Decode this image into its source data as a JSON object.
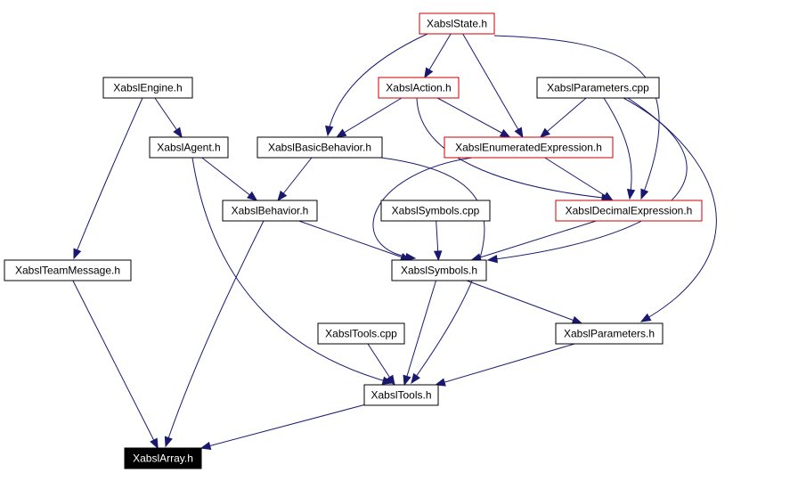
{
  "nodes": {
    "state": {
      "label": "XabslState.h",
      "style": "red"
    },
    "engine": {
      "label": "XabslEngine.h",
      "style": "plain"
    },
    "action": {
      "label": "XabslAction.h",
      "style": "red"
    },
    "params_cpp": {
      "label": "XabslParameters.cpp",
      "style": "plain"
    },
    "agent": {
      "label": "XabslAgent.h",
      "style": "plain"
    },
    "basic": {
      "label": "XabslBasicBehavior.h",
      "style": "plain"
    },
    "enum": {
      "label": "XabslEnumeratedExpression.h",
      "style": "red"
    },
    "behavior": {
      "label": "XabslBehavior.h",
      "style": "plain"
    },
    "symbols_cpp": {
      "label": "XabslSymbols.cpp",
      "style": "plain"
    },
    "decimal": {
      "label": "XabslDecimalExpression.h",
      "style": "red"
    },
    "team": {
      "label": "XabslTeamMessage.h",
      "style": "plain"
    },
    "symbols": {
      "label": "XabslSymbols.h",
      "style": "plain"
    },
    "tools_cpp": {
      "label": "XabslTools.cpp",
      "style": "plain"
    },
    "params": {
      "label": "XabslParameters.h",
      "style": "plain"
    },
    "tools": {
      "label": "XabslTools.h",
      "style": "plain"
    },
    "array": {
      "label": "XabslArray.h",
      "style": "dark"
    }
  },
  "edges": [
    {
      "from": "state",
      "to": "action"
    },
    {
      "from": "state",
      "to": "basic"
    },
    {
      "from": "state",
      "to": "enum"
    },
    {
      "from": "state",
      "to": "decimal"
    },
    {
      "from": "engine",
      "to": "agent"
    },
    {
      "from": "engine",
      "to": "team"
    },
    {
      "from": "action",
      "to": "basic"
    },
    {
      "from": "action",
      "to": "enum"
    },
    {
      "from": "action",
      "to": "decimal"
    },
    {
      "from": "params_cpp",
      "to": "enum"
    },
    {
      "from": "params_cpp",
      "to": "decimal"
    },
    {
      "from": "params_cpp",
      "to": "symbols"
    },
    {
      "from": "params_cpp",
      "to": "params"
    },
    {
      "from": "agent",
      "to": "behavior"
    },
    {
      "from": "agent",
      "to": "tools"
    },
    {
      "from": "basic",
      "to": "behavior"
    },
    {
      "from": "basic",
      "to": "tools"
    },
    {
      "from": "enum",
      "to": "symbols"
    },
    {
      "from": "enum",
      "to": "decimal"
    },
    {
      "from": "behavior",
      "to": "symbols"
    },
    {
      "from": "behavior",
      "to": "array"
    },
    {
      "from": "symbols_cpp",
      "to": "symbols"
    },
    {
      "from": "decimal",
      "to": "symbols"
    },
    {
      "from": "team",
      "to": "array"
    },
    {
      "from": "symbols",
      "to": "params"
    },
    {
      "from": "symbols",
      "to": "tools"
    },
    {
      "from": "tools_cpp",
      "to": "tools"
    },
    {
      "from": "params",
      "to": "tools"
    },
    {
      "from": "tools",
      "to": "array"
    }
  ]
}
